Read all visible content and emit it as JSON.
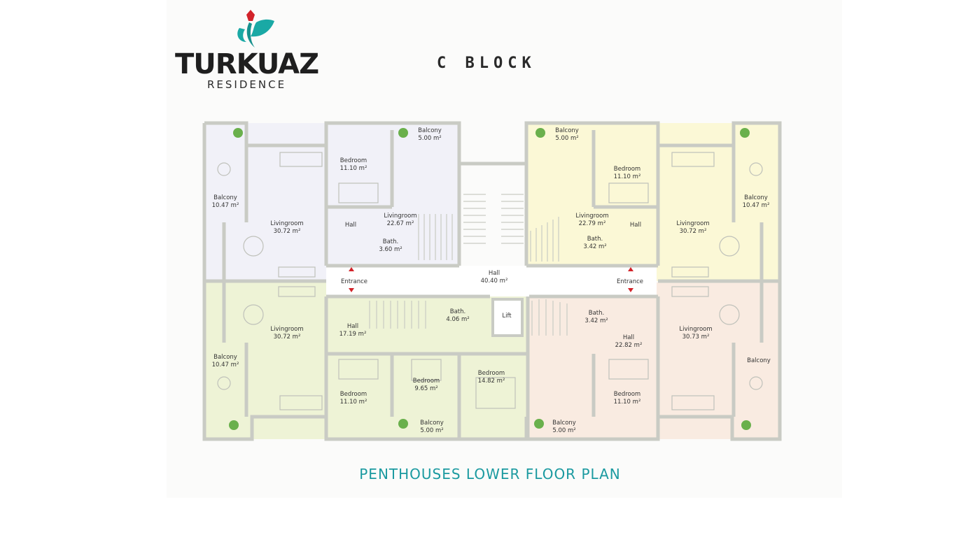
{
  "header": {
    "brand_name": "TURKUAZ",
    "brand_subtitle": "RESIDENCE",
    "block_title": "C BLOCK"
  },
  "footer": {
    "plan_title": "PENTHOUSES LOWER FLOOR PLAN"
  },
  "colors": {
    "accent": "#1b9aa0",
    "logo_leaf": "#1aa9a5",
    "logo_tulip": "#d2232a",
    "unit_lavender": "#f1f1f8",
    "unit_green": "#eef3d6",
    "unit_yellow": "#fbf8d6",
    "unit_peach": "#f9ebe1",
    "wall": "#c9cbc4"
  },
  "rooms": {
    "nw_balcony_1": [
      "Balcony",
      "10.47 m²"
    ],
    "nw_livingroom": [
      "Livingroom",
      "30.72 m²"
    ],
    "nw_bedroom": [
      "Bedroom",
      "11.10 m²"
    ],
    "nw_balcony_2": [
      "Balcony",
      "5.00 m²"
    ],
    "nw_livingroom_2": [
      "Livingroom",
      "22.67 m²"
    ],
    "nw_hall": [
      "Hall",
      ""
    ],
    "nw_bath": [
      "Bath.",
      "3.60 m²"
    ],
    "ne_balcony_2": [
      "Balcony",
      "5.00 m²"
    ],
    "ne_bedroom": [
      "Bedroom",
      "11.10 m²"
    ],
    "ne_livingroom_2": [
      "Livingroom",
      "22.79 m²"
    ],
    "ne_bath": [
      "Bath.",
      "3.42 m²"
    ],
    "ne_hall": [
      "Hall",
      ""
    ],
    "ne_livingroom": [
      "Livingroom",
      "30.72 m²"
    ],
    "ne_balcony_1": [
      "Balcony",
      "10.47 m²"
    ],
    "center_hall": [
      "Hall",
      "40.40 m²"
    ],
    "entrance_left": "Entrance",
    "entrance_right": "Entrance",
    "sw_livingroom": [
      "Livingroom",
      "30.72 m²"
    ],
    "sw_balcony": [
      "Balcony",
      "10.47 m²"
    ],
    "sw_hall": [
      "Hall",
      "17.19 m²"
    ],
    "sw_bath": [
      "Bath.",
      "4.06 m²"
    ],
    "lift": "Lift",
    "sw_bedroom_1": [
      "Bedroom",
      "11.10 m²"
    ],
    "sw_bedroom_2": [
      "Bedroom",
      "9.65 m²"
    ],
    "sw_bedroom_3": [
      "Bedroom",
      "14.82 m²"
    ],
    "sw_balcony_2": [
      "Balcony",
      "5.00 m²"
    ],
    "se_bath": [
      "Bath.",
      "3.42 m²"
    ],
    "se_hall": [
      "Hall",
      "22.82 m²"
    ],
    "se_livingroom": [
      "Livingroom",
      "30.73 m²"
    ],
    "se_balcony": [
      "Balcony",
      ""
    ],
    "se_bedroom": [
      "Bedroom",
      "11.10 m²"
    ],
    "se_balcony_2": [
      "Balcony",
      "5.00 m²"
    ]
  }
}
